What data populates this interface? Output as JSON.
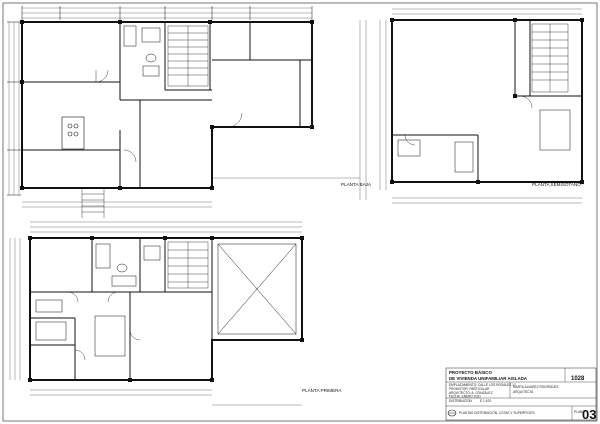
{
  "plans": {
    "ground_floor_label": "PLANTA BAJA",
    "basement_label": "PLANTA SEMISÓTANO",
    "first_floor_label": "PLANTA PRIMERA"
  },
  "title_block": {
    "project_line_1": "PROYECTO BÁSICO",
    "project_line_2": "DE VIVIENDA UNIFAMILIAR AISLADA",
    "reference": "1028",
    "info_rows": [
      "EMPLAZAMIENTO: CALLE LOS ROSALES 12",
      "PROMOTOR: PARTICULAR",
      "ARQUITECTO: A. GONZÁLEZ",
      "FECHA: ENERO 2021"
    ],
    "architect": "MARTA ÁLVAREZ RODRÍGUEZ",
    "architect_sub": "ARQUITECTA",
    "drawing_label": "DISTRIBUCIÓN",
    "scale_label": "E 1:100",
    "drawing_desc": "PLANTAS DISTRIBUCIÓN, COTAS Y SUPERFICIES",
    "sheet_prefix": "PLANO",
    "sheet_number": "03"
  }
}
